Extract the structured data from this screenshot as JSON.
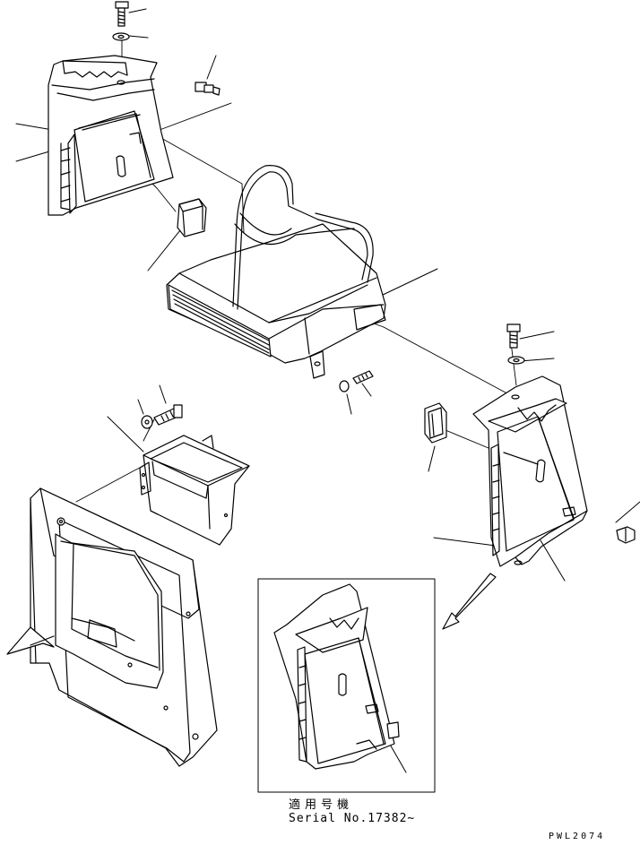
{
  "serial_note": {
    "japanese": "適用号機",
    "serial": "Serial No.17382~"
  },
  "drawing_code": "PWL2074",
  "colors": {
    "line": "#000000",
    "background": "#ffffff"
  }
}
